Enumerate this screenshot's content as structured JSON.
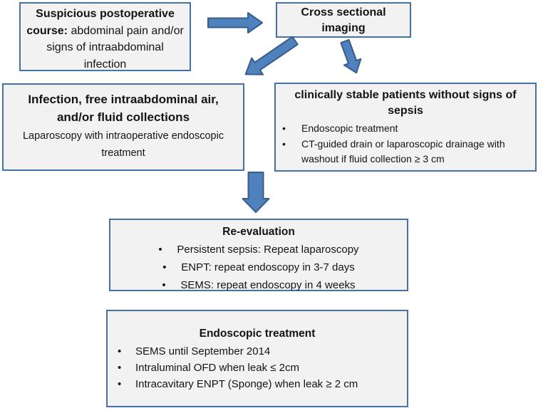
{
  "colors": {
    "box_fill": "#f2f2f2",
    "box_border": "#4472a8",
    "arrow_fill": "#4f81bd",
    "arrow_stroke": "#385d8a"
  },
  "bullet_glyph": "•",
  "boxes": {
    "suspicious_course": {
      "title_bold": "Suspicious postoperative course:",
      "body": "abdominal pain and/or signs of intraabdominal infection"
    },
    "cross_sectional": {
      "title": "Cross sectional imaging"
    },
    "infection": {
      "title": "Infection, free intraabdominal air, and/or fluid collections",
      "body": "Laparoscopy with intraoperative endoscopic treatment"
    },
    "stable_patients": {
      "title": "clinically stable patients without signs of sepsis",
      "bullets": [
        "Endoscopic treatment",
        "CT-guided drain or laparoscopic drainage with washout if fluid collection ≥ 3 cm"
      ]
    },
    "re_evaluation": {
      "title": "Re-evaluation",
      "bullets": [
        "Persistent sepsis: Repeat laparoscopy",
        "ENPT: repeat endoscopy in 3-7 days",
        "SEMS: repeat endoscopy in 4 weeks"
      ]
    },
    "endoscopic_treatment": {
      "title": "Endoscopic treatment",
      "bullets": [
        "SEMS until September 2014",
        "Intraluminal OFD when leak ≤ 2cm",
        "Intracavitary ENPT (Sponge) when leak ≥ 2 cm"
      ]
    }
  }
}
